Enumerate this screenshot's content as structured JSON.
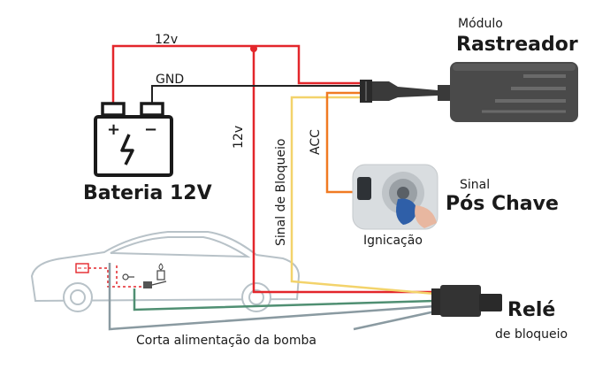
{
  "tracker": {
    "label_small": "Módulo",
    "label_big": "Rastreador"
  },
  "battery": {
    "label": "Bateria 12V",
    "plus": "+",
    "minus": "−"
  },
  "wires": {
    "top_12v": "12v",
    "gnd": "GND",
    "vertical_12v": "12v",
    "block_signal": "Sinal de Bloqueio",
    "acc": "ACC",
    "pump_cut": "Corta alimentação da bomba"
  },
  "ignition": {
    "signal_small": "Sinal",
    "signal_big": "Pós Chave",
    "caption": "Ignicação"
  },
  "relay": {
    "label_big": "Relé",
    "label_small": "de bloqueio"
  },
  "colors": {
    "red_wire": "#e3262b",
    "black_wire": "#222222",
    "yellow_wire": "#f3d36b",
    "orange_wire": "#f07a22",
    "gray_wire": "#8a9aa1",
    "green_wire": "#4f8f72",
    "device_dark": "#3a3a3a",
    "car_outline": "#b8c2c8"
  }
}
